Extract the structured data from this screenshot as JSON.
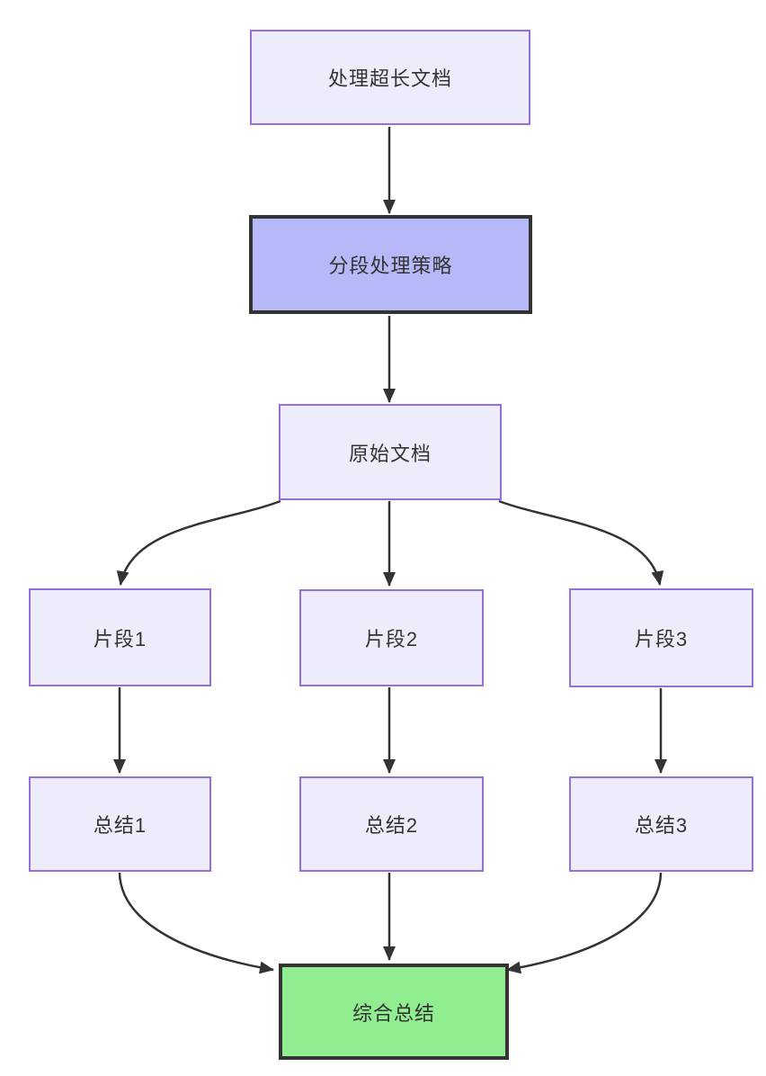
{
  "diagram": {
    "type": "flowchart",
    "direction": "top-down",
    "nodes": [
      {
        "id": "A",
        "label": "处理超长文档",
        "style": "default"
      },
      {
        "id": "B",
        "label": "分段处理策略",
        "style": "highlight"
      },
      {
        "id": "C",
        "label": "原始文档",
        "style": "default"
      },
      {
        "id": "D1",
        "label": "片段1",
        "style": "default"
      },
      {
        "id": "D2",
        "label": "片段2",
        "style": "default"
      },
      {
        "id": "D3",
        "label": "片段3",
        "style": "default"
      },
      {
        "id": "E1",
        "label": "总结1",
        "style": "default"
      },
      {
        "id": "E2",
        "label": "总结2",
        "style": "default"
      },
      {
        "id": "E3",
        "label": "总结3",
        "style": "default"
      },
      {
        "id": "F",
        "label": "综合总结",
        "style": "result"
      }
    ],
    "edges": [
      {
        "from": "A",
        "to": "B"
      },
      {
        "from": "B",
        "to": "C"
      },
      {
        "from": "C",
        "to": "D1"
      },
      {
        "from": "C",
        "to": "D2"
      },
      {
        "from": "C",
        "to": "D3"
      },
      {
        "from": "D1",
        "to": "E1"
      },
      {
        "from": "D2",
        "to": "E2"
      },
      {
        "from": "D3",
        "to": "E3"
      },
      {
        "from": "E1",
        "to": "F"
      },
      {
        "from": "E2",
        "to": "F"
      },
      {
        "from": "E3",
        "to": "F"
      }
    ]
  },
  "colors": {
    "default_fill": "#ececfa",
    "default_border": "#9370db",
    "highlight_fill": "#b6b8f8",
    "highlight_border": "#333333",
    "result_fill": "#90ee90",
    "result_border": "#333333",
    "edge": "#333333",
    "text": "#333333",
    "background": "#ffffff"
  }
}
